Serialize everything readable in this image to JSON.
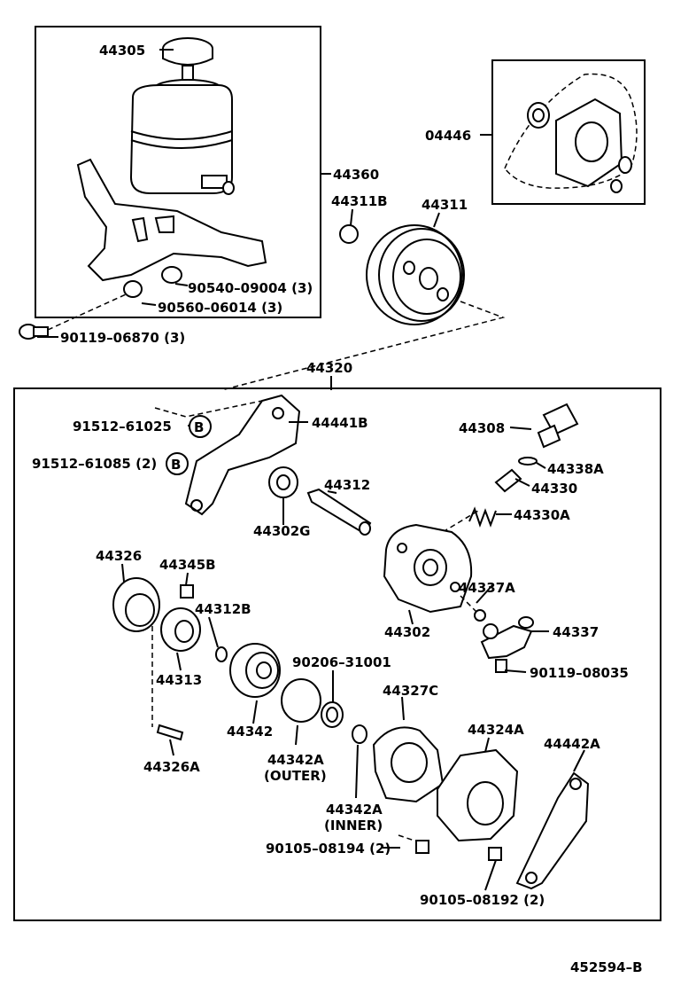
{
  "diagram_id": "452594–B",
  "labels": {
    "p44305": "44305",
    "p44360": "44360",
    "p04446": "04446",
    "p44311B": "44311B",
    "p44311": "44311",
    "p90540": "90540–09004 (3)",
    "p90560": "90560–06014 (3)",
    "p90119a": "90119–06870 (3)",
    "p44320": "44320",
    "p91512a": "91512–61025",
    "p91512b": "91512–61085 (2)",
    "p44441B": "44441B",
    "p44308": "44308",
    "p44338A": "44338A",
    "p44330": "44330",
    "p44330A": "44330A",
    "p44312": "44312",
    "p44302G": "44302G",
    "p44326": "44326",
    "p44345B": "44345B",
    "p44312B": "44312B",
    "p44313": "44313",
    "p44302": "44302",
    "p44337A": "44337A",
    "p44337": "44337",
    "p90119b": "90119–08035",
    "p90206": "90206–31001",
    "p44327C": "44327C",
    "p44324A": "44324A",
    "p44442A": "44442A",
    "p44342": "44342",
    "p44342A_outer": "44342A",
    "outer": "(OUTER)",
    "p44342A_inner": "44342A",
    "inner": "(INNER)",
    "p44326A": "44326A",
    "p90105a": "90105–08194 (2)",
    "p90105b": "90105–08192 (2)",
    "callout_b": "B"
  }
}
